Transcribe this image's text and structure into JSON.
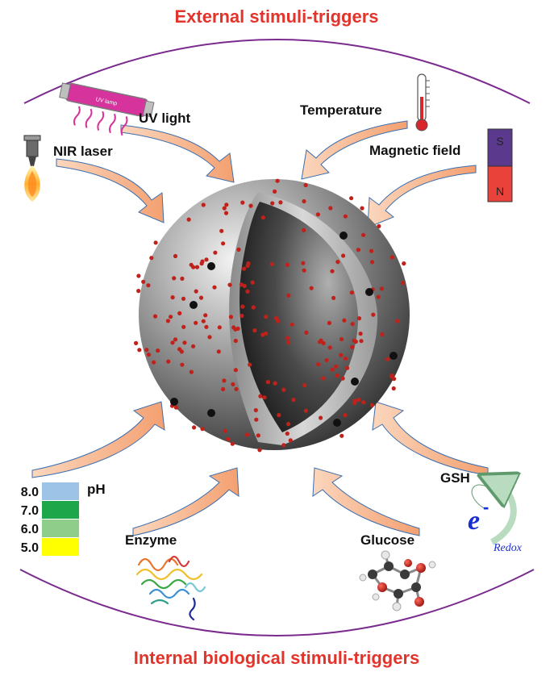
{
  "titles": {
    "external": "External stimuli-triggers",
    "internal": "Internal biological stimuli-triggers"
  },
  "external_stimuli": {
    "uv_light": "UV light",
    "uv_lamp_text": "UV lamp",
    "nir_laser": "NIR laser",
    "temperature": "Temperature",
    "magnetic_field": "Magnetic field",
    "magnet_s": "S",
    "magnet_n": "N"
  },
  "internal_stimuli": {
    "ph": "pH",
    "ph_scale": [
      {
        "value": "8.0",
        "color": "#9dc3e6"
      },
      {
        "value": "7.0",
        "color": "#1ea64a"
      },
      {
        "value": "6.0",
        "color": "#8fce8a"
      },
      {
        "value": "5.0",
        "color": "#ffff00"
      }
    ],
    "enzyme": "Enzyme",
    "glucose": "Glucose",
    "gsh": "GSH",
    "electron": "e",
    "electron_sup": "-",
    "redox": "Redox"
  },
  "colors": {
    "title_red": "#e3342b",
    "ring_purple": "#7b2a8e",
    "arrow_orange": "#f6b183",
    "arrow_blue": "#3b6fb0",
    "particle_red": "#c0221b"
  }
}
